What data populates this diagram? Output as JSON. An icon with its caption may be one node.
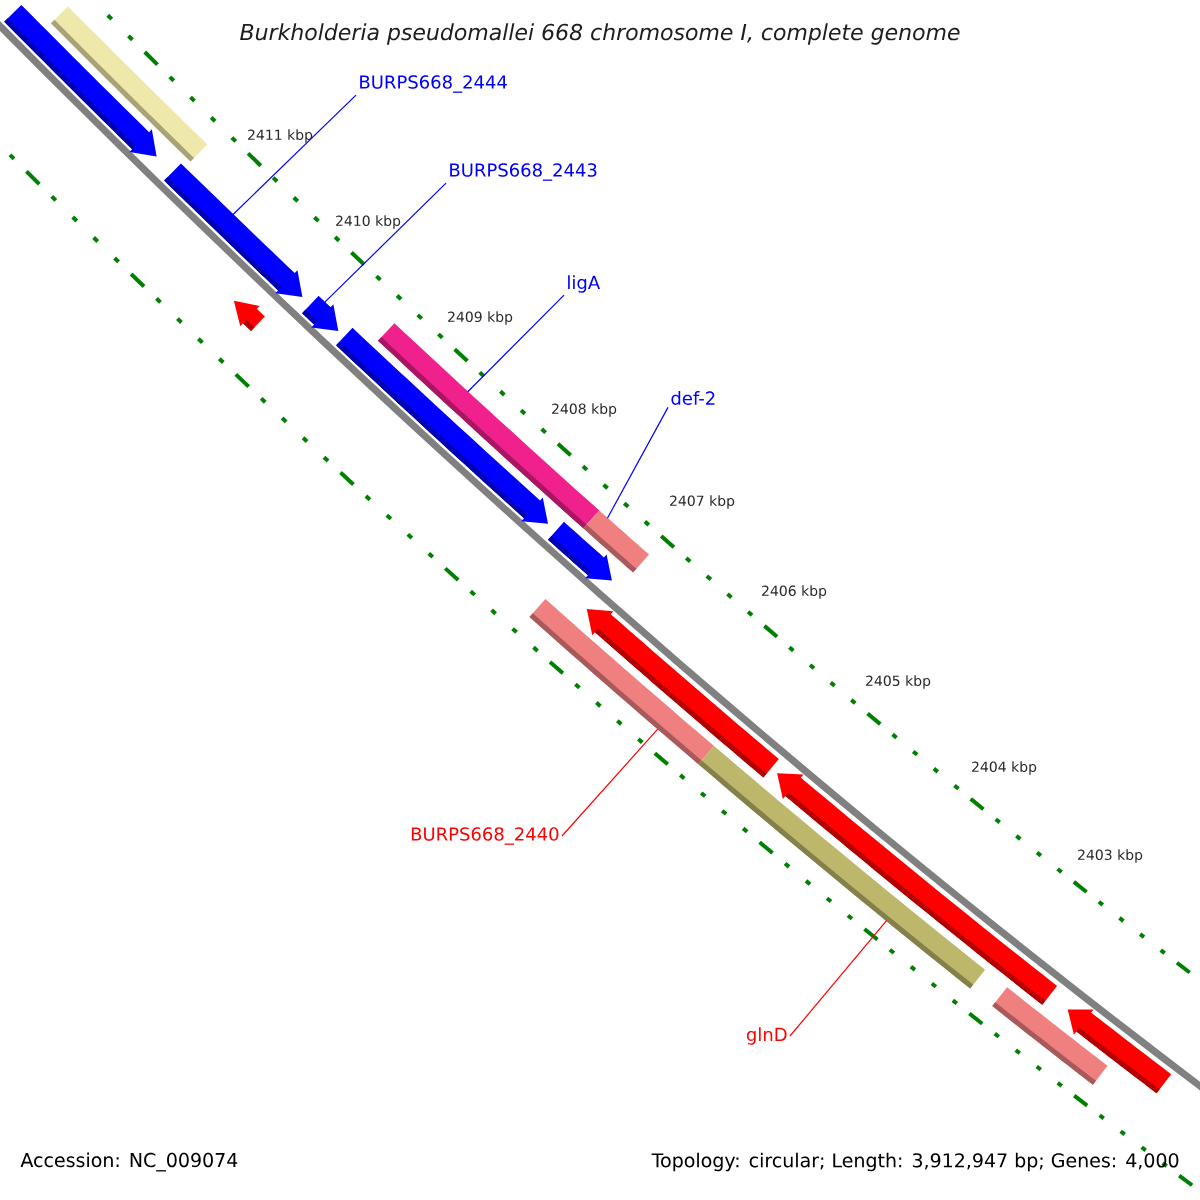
{
  "diagram": {
    "title": "Burkholderia pseudomallei 668 chromosome I, complete genome",
    "nodes": [
      {
        "text": [
          "BURPS668_2444"
        ]
      },
      {
        "text": [
          "BURPS668_2443"
        ]
      },
      {
        "text": [
          "ligA"
        ]
      },
      {
        "text": [
          "def-2"
        ]
      },
      {
        "text": [
          "BURPS668_2440"
        ]
      },
      {
        "text": [
          "glnD"
        ]
      },
      {
        "text": [],
        "shape": "bar"
      },
      {
        "text": [],
        "shape": "arrow"
      },
      {
        "text": [],
        "shape": "arrow"
      },
      {
        "text": [],
        "shape": "arrow"
      },
      {
        "text": [],
        "shape": "arrow"
      },
      {
        "text": [],
        "shape": "arrow"
      },
      {
        "text": [],
        "shape": "bar"
      },
      {
        "text": [],
        "shape": "arrow"
      },
      {
        "text": [],
        "shape": "bar"
      },
      {
        "text": [],
        "shape": "bar"
      },
      {
        "text": [],
        "shape": "arrow"
      },
      {
        "text": [],
        "shape": "bar"
      },
      {
        "text": [],
        "shape": "arrow"
      },
      {
        "text": [],
        "shape": "bar"
      },
      {
        "text": [],
        "shape": "arrow"
      }
    ],
    "edges": [
      {
        "from": 0,
        "to": 8,
        "arrow": "none"
      },
      {
        "from": 1,
        "to": 10,
        "arrow": "none"
      },
      {
        "from": 2,
        "to": 12,
        "arrow": "none"
      },
      {
        "from": 3,
        "to": 14,
        "arrow": "none"
      },
      {
        "from": 4,
        "to": 15,
        "arrow": "none",
        "color": "#ff0000"
      },
      {
        "from": 5,
        "to": 17,
        "arrow": "none",
        "color": "#ff0000"
      }
    ],
    "labels": [
      "2411 kbp",
      "2410 kbp",
      "2409 kbp",
      "2408 kbp",
      "2407 kbp",
      "2406 kbp",
      "2405 kbp",
      "2404 kbp",
      "2403 kbp",
      "Accession: NC_009074",
      "Topology: circular; Length: 3,912,947 bp; Genes: 4,000"
    ]
  }
}
